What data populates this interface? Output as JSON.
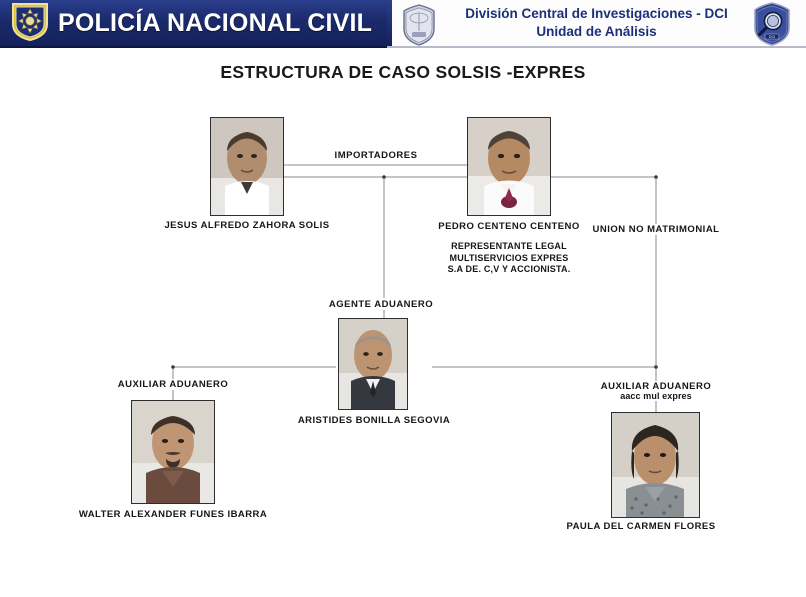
{
  "header": {
    "org_name": "POLICÍA NACIONAL CIVIL",
    "unit_line1": "División Central de Investigaciones - DCI",
    "unit_line2": "Unidad de Análisis",
    "left_badge_icon": "pnc-shield-icon",
    "middle_badge_icon": "police-shield-icon",
    "right_badge_icon": "dci-magnifier-shield-icon",
    "band_color": "#1b2a6b",
    "text_color": "#1d2f7a"
  },
  "chart_title": "ESTRUCTURA DE CASO SOLSIS -EXPRES",
  "diagram": {
    "relations": [
      {
        "id": "importadores",
        "label": "IMPORTADORES"
      },
      {
        "id": "union",
        "label": "UNION NO MATRIMONIAL"
      },
      {
        "id": "agente",
        "label": "AGENTE ADUANERO"
      },
      {
        "id": "aux-left",
        "label": "AUXILIAR ADUANERO"
      },
      {
        "id": "aux-right",
        "label": "AUXILIAR ADUANERO",
        "sub": "aacc mul expres"
      }
    ],
    "people": [
      {
        "id": "zahora",
        "name": "JESUS  ALFREDO ZAHORA SOLIS",
        "role": "IMPORTADORES",
        "photo_alt": "mugshot-photo"
      },
      {
        "id": "centeno",
        "name": "PEDRO CENTENO CENTENO",
        "role": "IMPORTADORES",
        "detail_line1": "REPRESENTANTE LEGAL",
        "detail_line2": "MULTISERVICIOS EXPRES",
        "detail_line3": "S.A DE. C,V Y ACCIONISTA.",
        "photo_alt": "mugshot-photo"
      },
      {
        "id": "bonilla",
        "name": "ARISTIDES BONILLA SEGOVIA",
        "role": "AGENTE ADUANERO",
        "photo_alt": "mugshot-photo"
      },
      {
        "id": "funes",
        "name": "WALTER ALEXANDER FUNES IBARRA",
        "role": "AUXILIAR ADUANERO",
        "photo_alt": "mugshot-photo"
      },
      {
        "id": "flores",
        "name": "PAULA DEL CARMEN FLORES",
        "role": "AUXILIAR ADUANERO",
        "role_sub": "aacc mul expres",
        "photo_alt": "mugshot-photo"
      }
    ],
    "line_color": "#7b7b7b"
  }
}
